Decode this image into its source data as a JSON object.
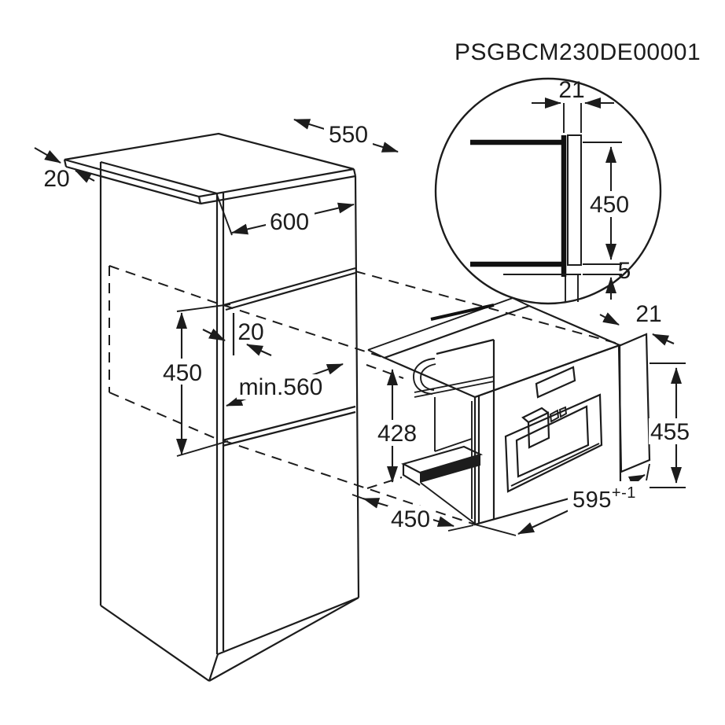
{
  "title": "PSGBCM230DE00001",
  "colors": {
    "line": "#1c1c1c",
    "background": "#ffffff"
  },
  "diagram_type": "built-in coffee machine niche installation drawing",
  "dims": {
    "top_panel_thickness": "20",
    "top_depth": "550",
    "front_width": "600",
    "niche_height": "450",
    "niche_edge_gap": "20",
    "niche_min_depth": "min.560",
    "appliance_height": "428",
    "appliance_depth": "450",
    "frame_thickness": "21",
    "front_height": "455",
    "appliance_width": "595",
    "appliance_width_tol": "+-1",
    "detail_thickness": "21",
    "detail_height": "450",
    "detail_gap": "5"
  }
}
